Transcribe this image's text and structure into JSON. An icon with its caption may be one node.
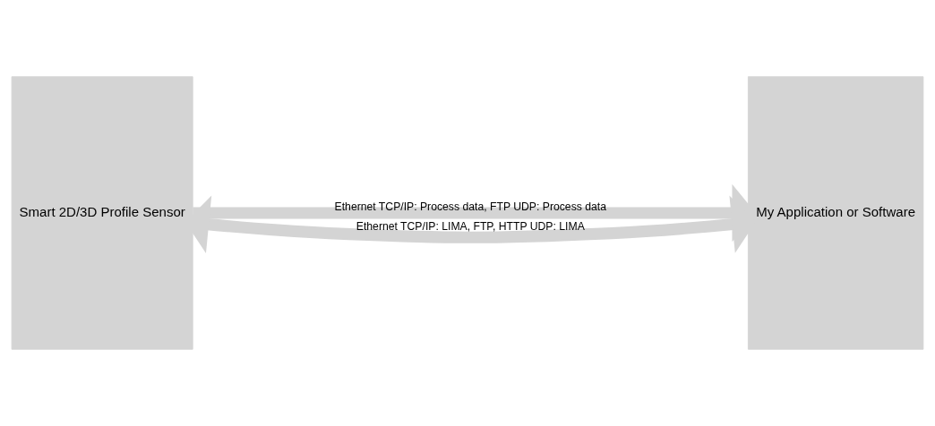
{
  "diagram": {
    "nodes": [
      {
        "text": [
          "Smart 2D/3D Profile Sensor"
        ]
      },
      {
        "text": [
          "My Application or Software"
        ]
      }
    ],
    "edges": [
      {
        "from": 0,
        "to": 1,
        "arrow": "to",
        "label": "Ethernet TCP/IP: Process data, FTP UDP: Process data"
      },
      {
        "from": 0,
        "to": 1,
        "arrow": "both",
        "label": "Ethernet TCP/IP: LIMA, FTP, HTTP UDP: LIMA"
      }
    ]
  }
}
